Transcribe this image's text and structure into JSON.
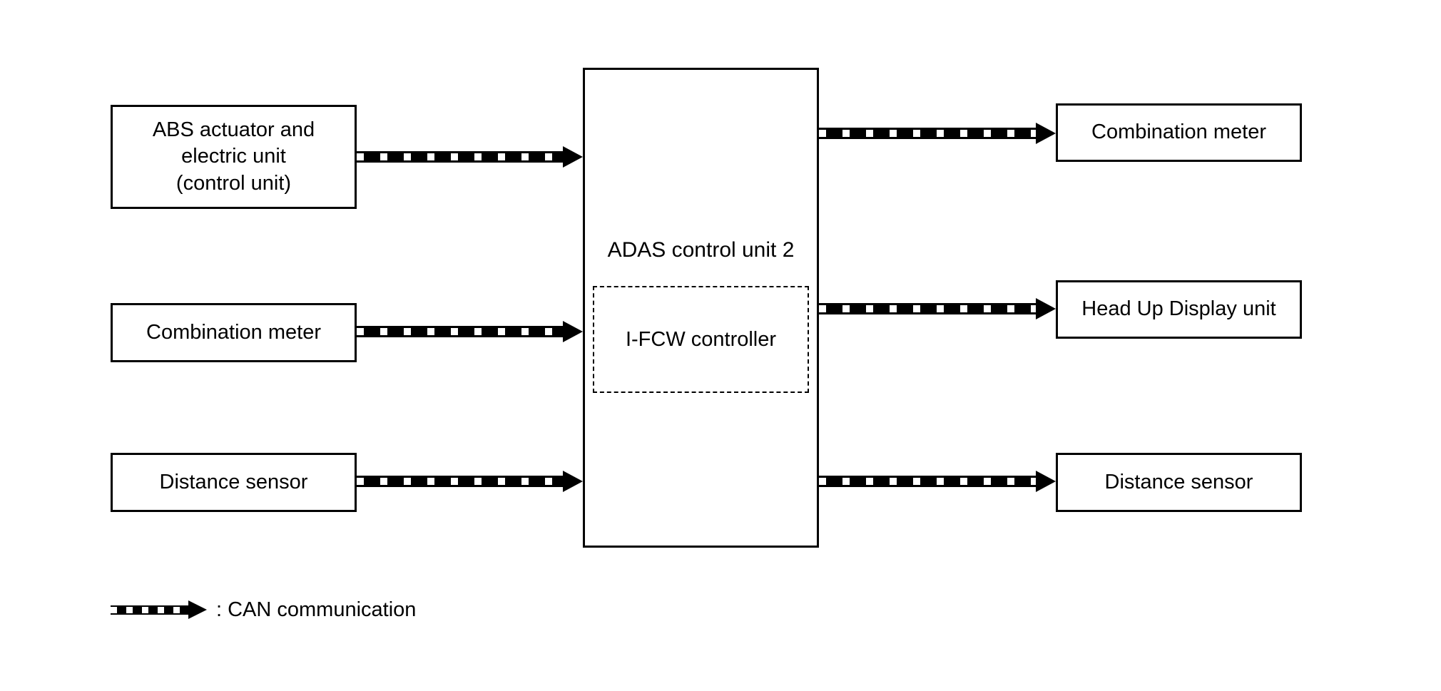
{
  "nodes": {
    "center": {
      "label": "ADAS control unit 2",
      "sub": "I-FCW controller"
    },
    "left": [
      {
        "label": "ABS actuator and\nelectric unit\n(control unit)"
      },
      {
        "label": "Combination meter"
      },
      {
        "label": "Distance sensor"
      }
    ],
    "right": [
      {
        "label": "Combination meter"
      },
      {
        "label": "Head Up Display unit"
      },
      {
        "label": "Distance sensor"
      }
    ]
  },
  "legend": {
    "symbol": "can-dashed-arrow",
    "label": ": CAN communication"
  },
  "connections": [
    {
      "from": "ABS actuator and electric unit (control unit)",
      "to": "ADAS control unit 2",
      "type": "CAN communication"
    },
    {
      "from": "Combination meter",
      "to": "ADAS control unit 2",
      "type": "CAN communication"
    },
    {
      "from": "Distance sensor",
      "to": "ADAS control unit 2",
      "type": "CAN communication"
    },
    {
      "from": "ADAS control unit 2",
      "to": "Combination meter",
      "type": "CAN communication"
    },
    {
      "from": "ADAS control unit 2",
      "to": "Head Up Display unit",
      "type": "CAN communication"
    },
    {
      "from": "ADAS control unit 2",
      "to": "Distance sensor",
      "type": "CAN communication"
    }
  ],
  "colors": {
    "line": "#000000",
    "background": "#ffffff"
  }
}
